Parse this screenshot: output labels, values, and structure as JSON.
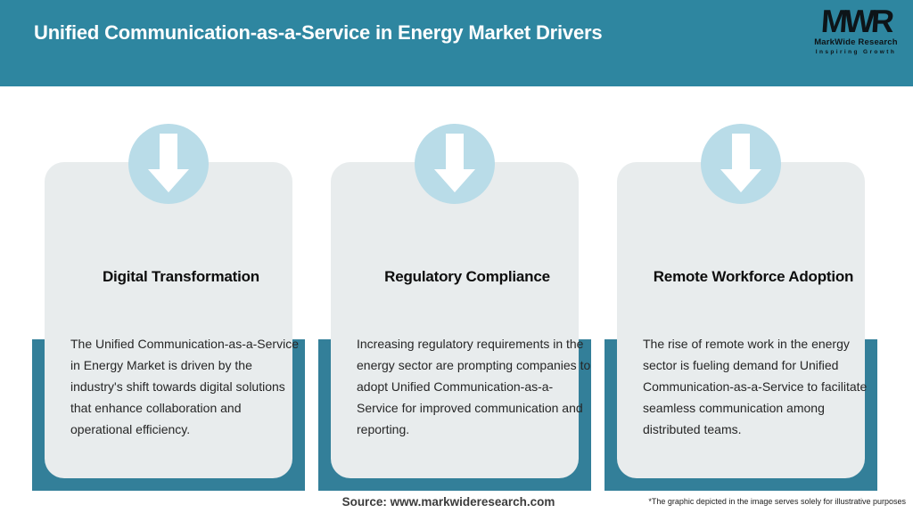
{
  "header": {
    "title": "Unified Communication-as-a-Service in Energy Market Drivers",
    "logo": {
      "mark": "MWR",
      "name": "MarkWide Research",
      "tagline": "Inspiring Growth"
    }
  },
  "cards": [
    {
      "title": "Digital Transformation",
      "body": "The Unified Communication-as-a-Service in Energy Market is driven by the industry's shift towards digital solutions that enhance collaboration and operational efficiency."
    },
    {
      "title": "Regulatory Compliance",
      "body": "Increasing regulatory requirements in the energy sector are prompting companies to adopt Unified Communication-as-a-Service for improved communication and reporting."
    },
    {
      "title": "Remote Workforce Adoption",
      "body": "The rise of remote work in the energy sector is fueling demand for Unified Communication-as-a-Service to facilitate seamless communication among distributed teams."
    }
  ],
  "footer": {
    "source": "Source: www.markwideresearch.com",
    "disclaimer": "*The graphic depicted in the image serves solely for illustrative purposes"
  },
  "colors": {
    "header_teal": "#2e86a0",
    "panel_teal": "#337f99",
    "card_gray": "#e8eced",
    "circle_blue": "#b9dce8",
    "title_white": "#ffffff",
    "text_dark": "#262626"
  }
}
